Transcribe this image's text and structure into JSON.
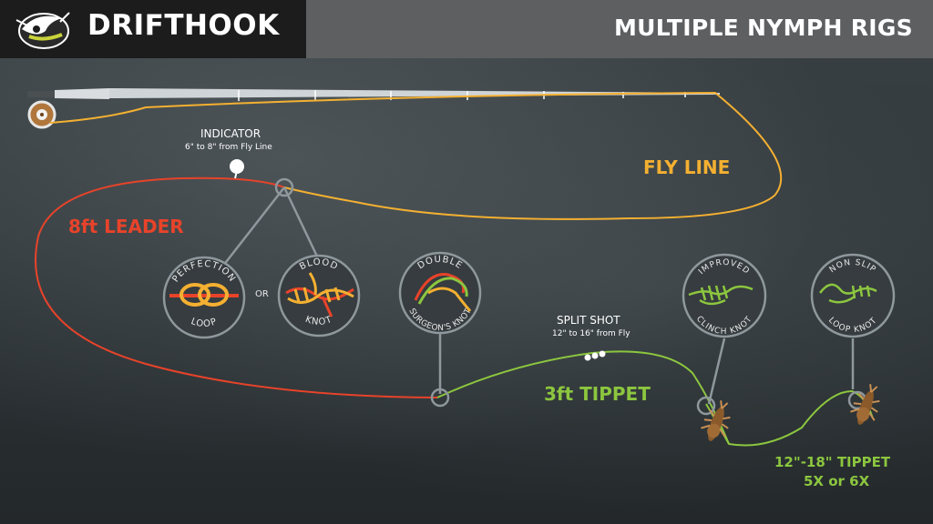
{
  "header": {
    "brand": "DRIFTHOOK",
    "title": "MULTIPLE NYMPH RIGS"
  },
  "labels": {
    "indicator": "INDICATOR",
    "indicator_sub": "6\" to 8\" from Fly Line",
    "fly_line": "FLY LINE",
    "leader": "8ft LEADER",
    "split_shot": "SPLIT SHOT",
    "split_shot_sub": "12\" to 16\" from Fly",
    "tippet_main": "3ft TIPPET",
    "tippet_dropper_1": "12\"-18\" TIPPET",
    "tippet_dropper_2": "5X or 6X",
    "or": "OR"
  },
  "knots": {
    "perfection_top": "PERFECTION",
    "perfection_bottom": "LOOP",
    "blood_top": "BLOOD",
    "blood_bottom": "KNOT",
    "surgeons_top": "DOUBLE",
    "surgeons_bottom": "SURGEON'S KNOT",
    "clinch_top": "IMPROVED",
    "clinch_bottom": "CLINCH KNOT",
    "nonslip_top": "NON SLIP",
    "nonslip_bottom": "LOOP KNOT"
  },
  "colors": {
    "fly_line": "#f4b031",
    "leader": "#e8432a",
    "tippet": "#8cc63f",
    "connector": "#8e989d"
  },
  "icons": [
    "drifthook-fish-logo",
    "fly-rod",
    "fly-reel",
    "strike-indicator",
    "split-shot",
    "nymph-fly"
  ]
}
